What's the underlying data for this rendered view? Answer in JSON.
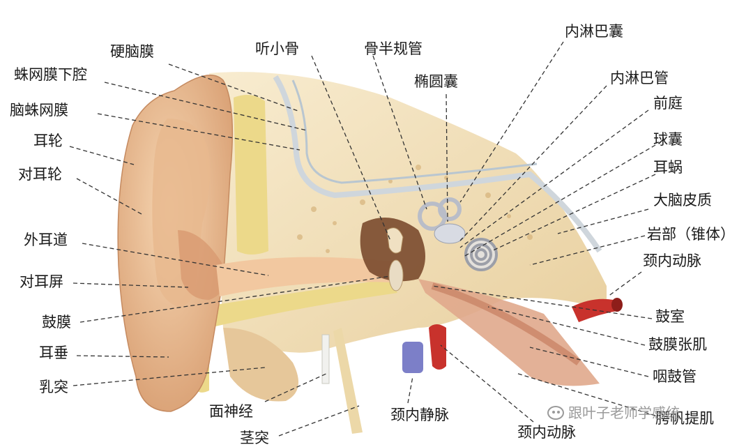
{
  "diagram": {
    "labels": {
      "dura": "硬脑膜",
      "ossicles": "听小骨",
      "semicircular": "骨半规管",
      "endolymph_sac": "内淋巴囊",
      "subarachnoid": "蛛网膜下腔",
      "utricle": "椭圆囊",
      "endolymph_duct": "内淋巴管",
      "arachnoid": "脑蛛网膜",
      "vestibule": "前庭",
      "helix": "耳轮",
      "saccule": "球囊",
      "antihelix": "对耳轮",
      "cochlea": "耳蜗",
      "cortex": "大脑皮质",
      "petrous": "岩部（锥体）",
      "ext_canal": "外耳道",
      "ica_right": "颈内动脉",
      "antitragus": "对耳屏",
      "tympanic_cavity": "鼓室",
      "eardrum": "鼓膜",
      "tensor_tympani": "鼓膜张肌",
      "lobule": "耳垂",
      "eustachian": "咽鼓管",
      "mastoid": "乳突",
      "levator": "腭帆提肌",
      "facial_nerve": "面神经",
      "ijv": "颈内静脉",
      "ica_bottom": "颈内动脉",
      "styloid": "茎突"
    },
    "colors": {
      "skin": "#f0c79f",
      "skin_dark": "#d69a6e",
      "bone": "#f6e6c2",
      "fat": "#ecd98a",
      "artery": "#c8322c",
      "vein": "#7c7fc8",
      "muscle": "#e0a88c",
      "leader": "#333333"
    }
  },
  "watermark": {
    "text": "跟叶子老师学感统",
    "icon": "wechat-icon"
  }
}
